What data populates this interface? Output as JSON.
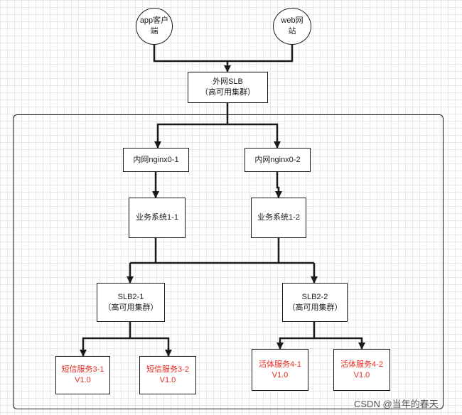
{
  "nodes": {
    "app": {
      "line1": "app客户",
      "line2": "端"
    },
    "web": {
      "line1": "web网",
      "line2": "站"
    },
    "outer_slb": {
      "line1": "外网SLB",
      "line2": "（高可用集群）"
    },
    "nginx1": {
      "label": "内网nginx0-1"
    },
    "nginx2": {
      "label": "内网nginx0-2"
    },
    "biz1": {
      "label": "业务系统1-1"
    },
    "biz2": {
      "label": "业务系统1-2"
    },
    "slb21": {
      "line1": "SLB2-1",
      "line2": "（高可用集群）"
    },
    "slb22": {
      "line1": "SLB2-2",
      "line2": "（高可用集群）"
    },
    "sms31": {
      "line1": "短信服务3-1",
      "line2": "V1.0"
    },
    "sms32": {
      "line1": "短信服务3-2",
      "line2": "V1.0"
    },
    "act41": {
      "line1": "活体服务4-1",
      "line2": "V1.0"
    },
    "act42": {
      "line1": "活体服务4-2",
      "line2": "V1.0"
    }
  },
  "watermark": "CSDN @当年的春天",
  "colors": {
    "line": "#1a1a1a",
    "highlight_text": "#e8291f",
    "grid": "#e8e8e8"
  }
}
